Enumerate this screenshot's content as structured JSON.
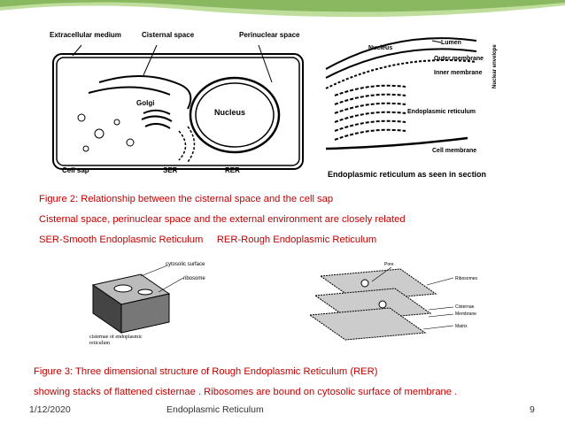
{
  "figure_top_left": {
    "labels": {
      "extracellular": "Extracellular medium",
      "cisternal": "Cisternal space",
      "perinuclear": "Perinuclear space",
      "golgi": "Golgi",
      "nucleus": "Nucleus",
      "cell_sap": "Cell sap",
      "ser": "SER",
      "rer": "RER"
    }
  },
  "figure_top_right": {
    "labels": {
      "nucleus": "Nucleus",
      "lumen": "Lumen",
      "outer_membrane": "Outer membrane",
      "inner_membrane": "Inner membrane",
      "nuclear_envelope": "Nuclear envelope",
      "er": "Endoplasmic reticulum",
      "cell_membrane": "Cell membrane",
      "caption": "Endoplasmic reticulum as seen in section"
    }
  },
  "captions": {
    "line1": "Figure 2: Relationship between the cisternal space and the cell sap",
    "line2": "Cisternal space, perinuclear space and the external environment are closely related",
    "line3": "SER-Smooth Endoplasmic Reticulum     RER-Rough Endoplasmic Reticulum",
    "line4": "Figure 3: Three dimensional structure of  Rough Endoplasmic Reticulum (RER)",
    "line5": "showing stacks of flattened cisternae . Ribosomes are bound on  cytosolic surface of membrane ."
  },
  "figure_bottom_left": {
    "labels": {
      "cytosolic": "cytosolic surface",
      "ribosome": "ribosome",
      "cisternae": "cisternae of endoplasmic reticulum"
    }
  },
  "figure_bottom_right": {
    "labels": {
      "pore": "Pore",
      "ribosomes": "Ribosomes",
      "cisternae": "Cisternae",
      "membrane": "Membrane",
      "matrix": "Matrix"
    }
  },
  "footer": {
    "date": "1/12/2020",
    "title": "Endoplasmic Reticulum",
    "page": "9"
  },
  "colors": {
    "caption": "#c00000",
    "accent_green": "#7cb342"
  }
}
